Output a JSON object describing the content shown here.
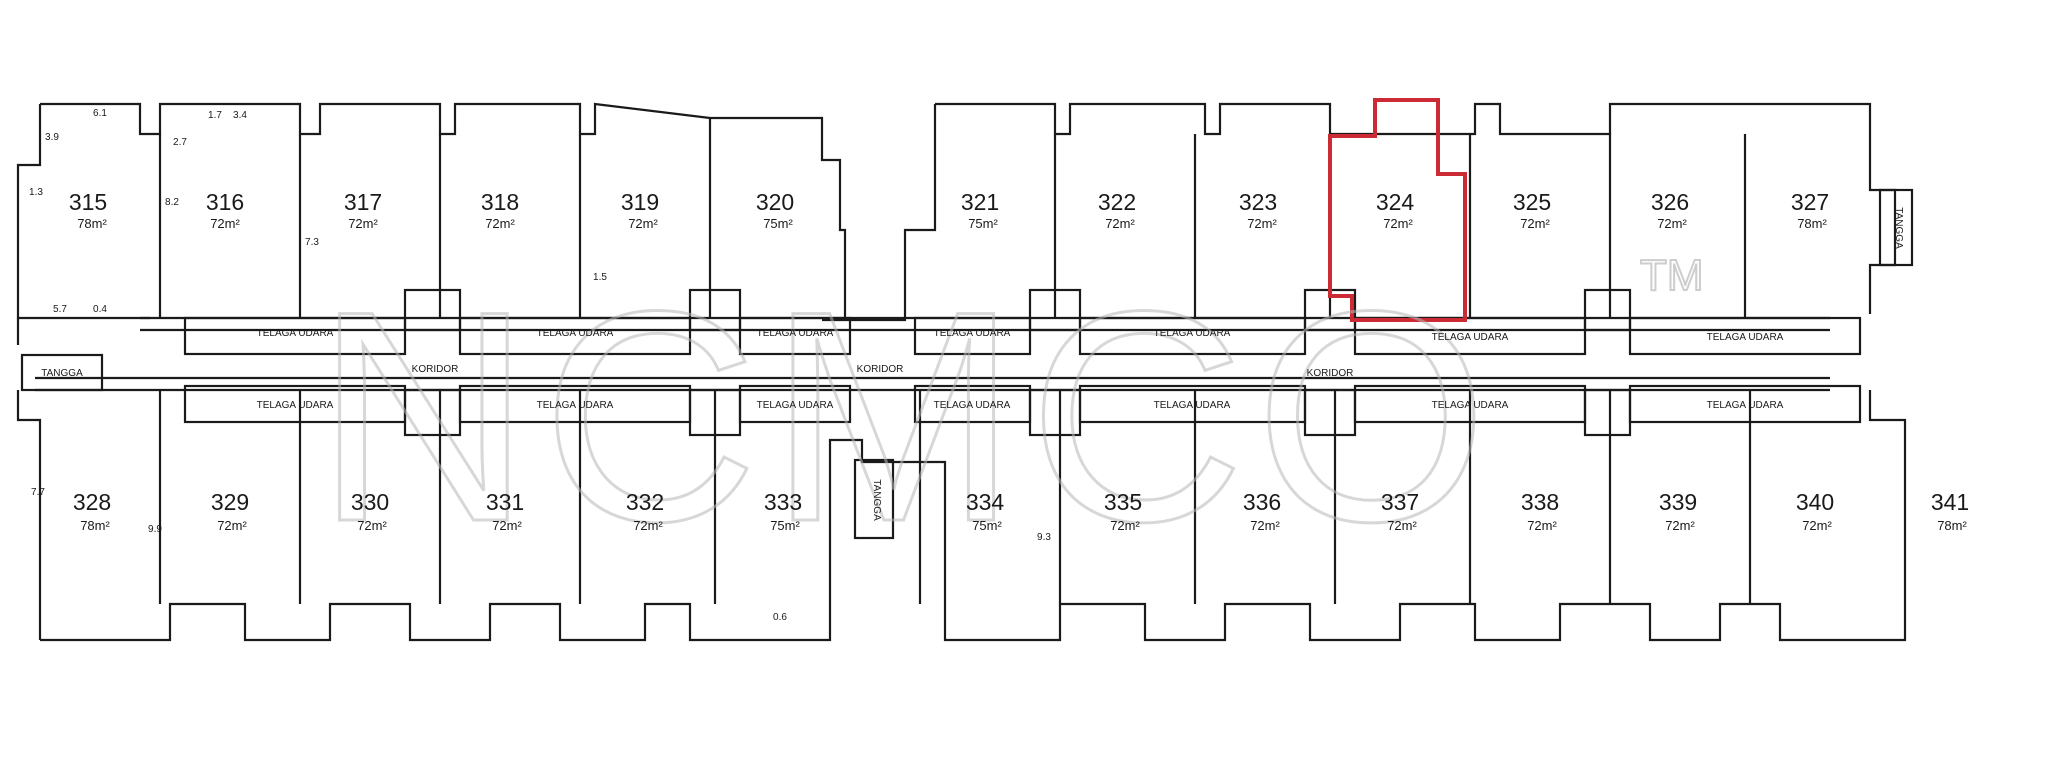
{
  "watermark": {
    "text": "NCMCO",
    "tm": "TM"
  },
  "labels": {
    "corridor": "KORIDOR",
    "balcony": "TELAGA UDARA",
    "stairs": "TANGGA"
  },
  "accent_color": "#cc2a35",
  "highlighted_unit": "324",
  "top_units": [
    {
      "num": "315",
      "area": "78m²"
    },
    {
      "num": "316",
      "area": "72m²"
    },
    {
      "num": "317",
      "area": "72m²"
    },
    {
      "num": "318",
      "area": "72m²"
    },
    {
      "num": "319",
      "area": "72m²"
    },
    {
      "num": "320",
      "area": "75m²"
    },
    {
      "num": "321",
      "area": "75m²"
    },
    {
      "num": "322",
      "area": "72m²"
    },
    {
      "num": "323",
      "area": "72m²"
    },
    {
      "num": "324",
      "area": "72m²"
    },
    {
      "num": "325",
      "area": "72m²"
    },
    {
      "num": "326",
      "area": "72m²"
    },
    {
      "num": "327",
      "area": "78m²"
    }
  ],
  "bottom_units": [
    {
      "num": "328",
      "area": "78m²"
    },
    {
      "num": "329",
      "area": "72m²"
    },
    {
      "num": "330",
      "area": "72m²"
    },
    {
      "num": "331",
      "area": "72m²"
    },
    {
      "num": "332",
      "area": "72m²"
    },
    {
      "num": "333",
      "area": "75m²"
    },
    {
      "num": "334",
      "area": "75m²"
    },
    {
      "num": "335",
      "area": "72m²"
    },
    {
      "num": "336",
      "area": "72m²"
    },
    {
      "num": "337",
      "area": "72m²"
    },
    {
      "num": "338",
      "area": "72m²"
    },
    {
      "num": "339",
      "area": "72m²"
    },
    {
      "num": "340",
      "area": "72m²"
    },
    {
      "num": "341",
      "area": "78m²"
    }
  ],
  "dimensions": {
    "d61": "6.1",
    "d27": "2.7",
    "d34": "3.4",
    "d17": "1.7",
    "d39": "3.9",
    "d13": "1.3",
    "d82": "8.2",
    "d73": "7.3",
    "d15": "1.5",
    "d57": "5.7",
    "d04": "0.4",
    "d06": "0.6",
    "d99": "9.9",
    "d93": "9.3",
    "d77": "7.7"
  }
}
